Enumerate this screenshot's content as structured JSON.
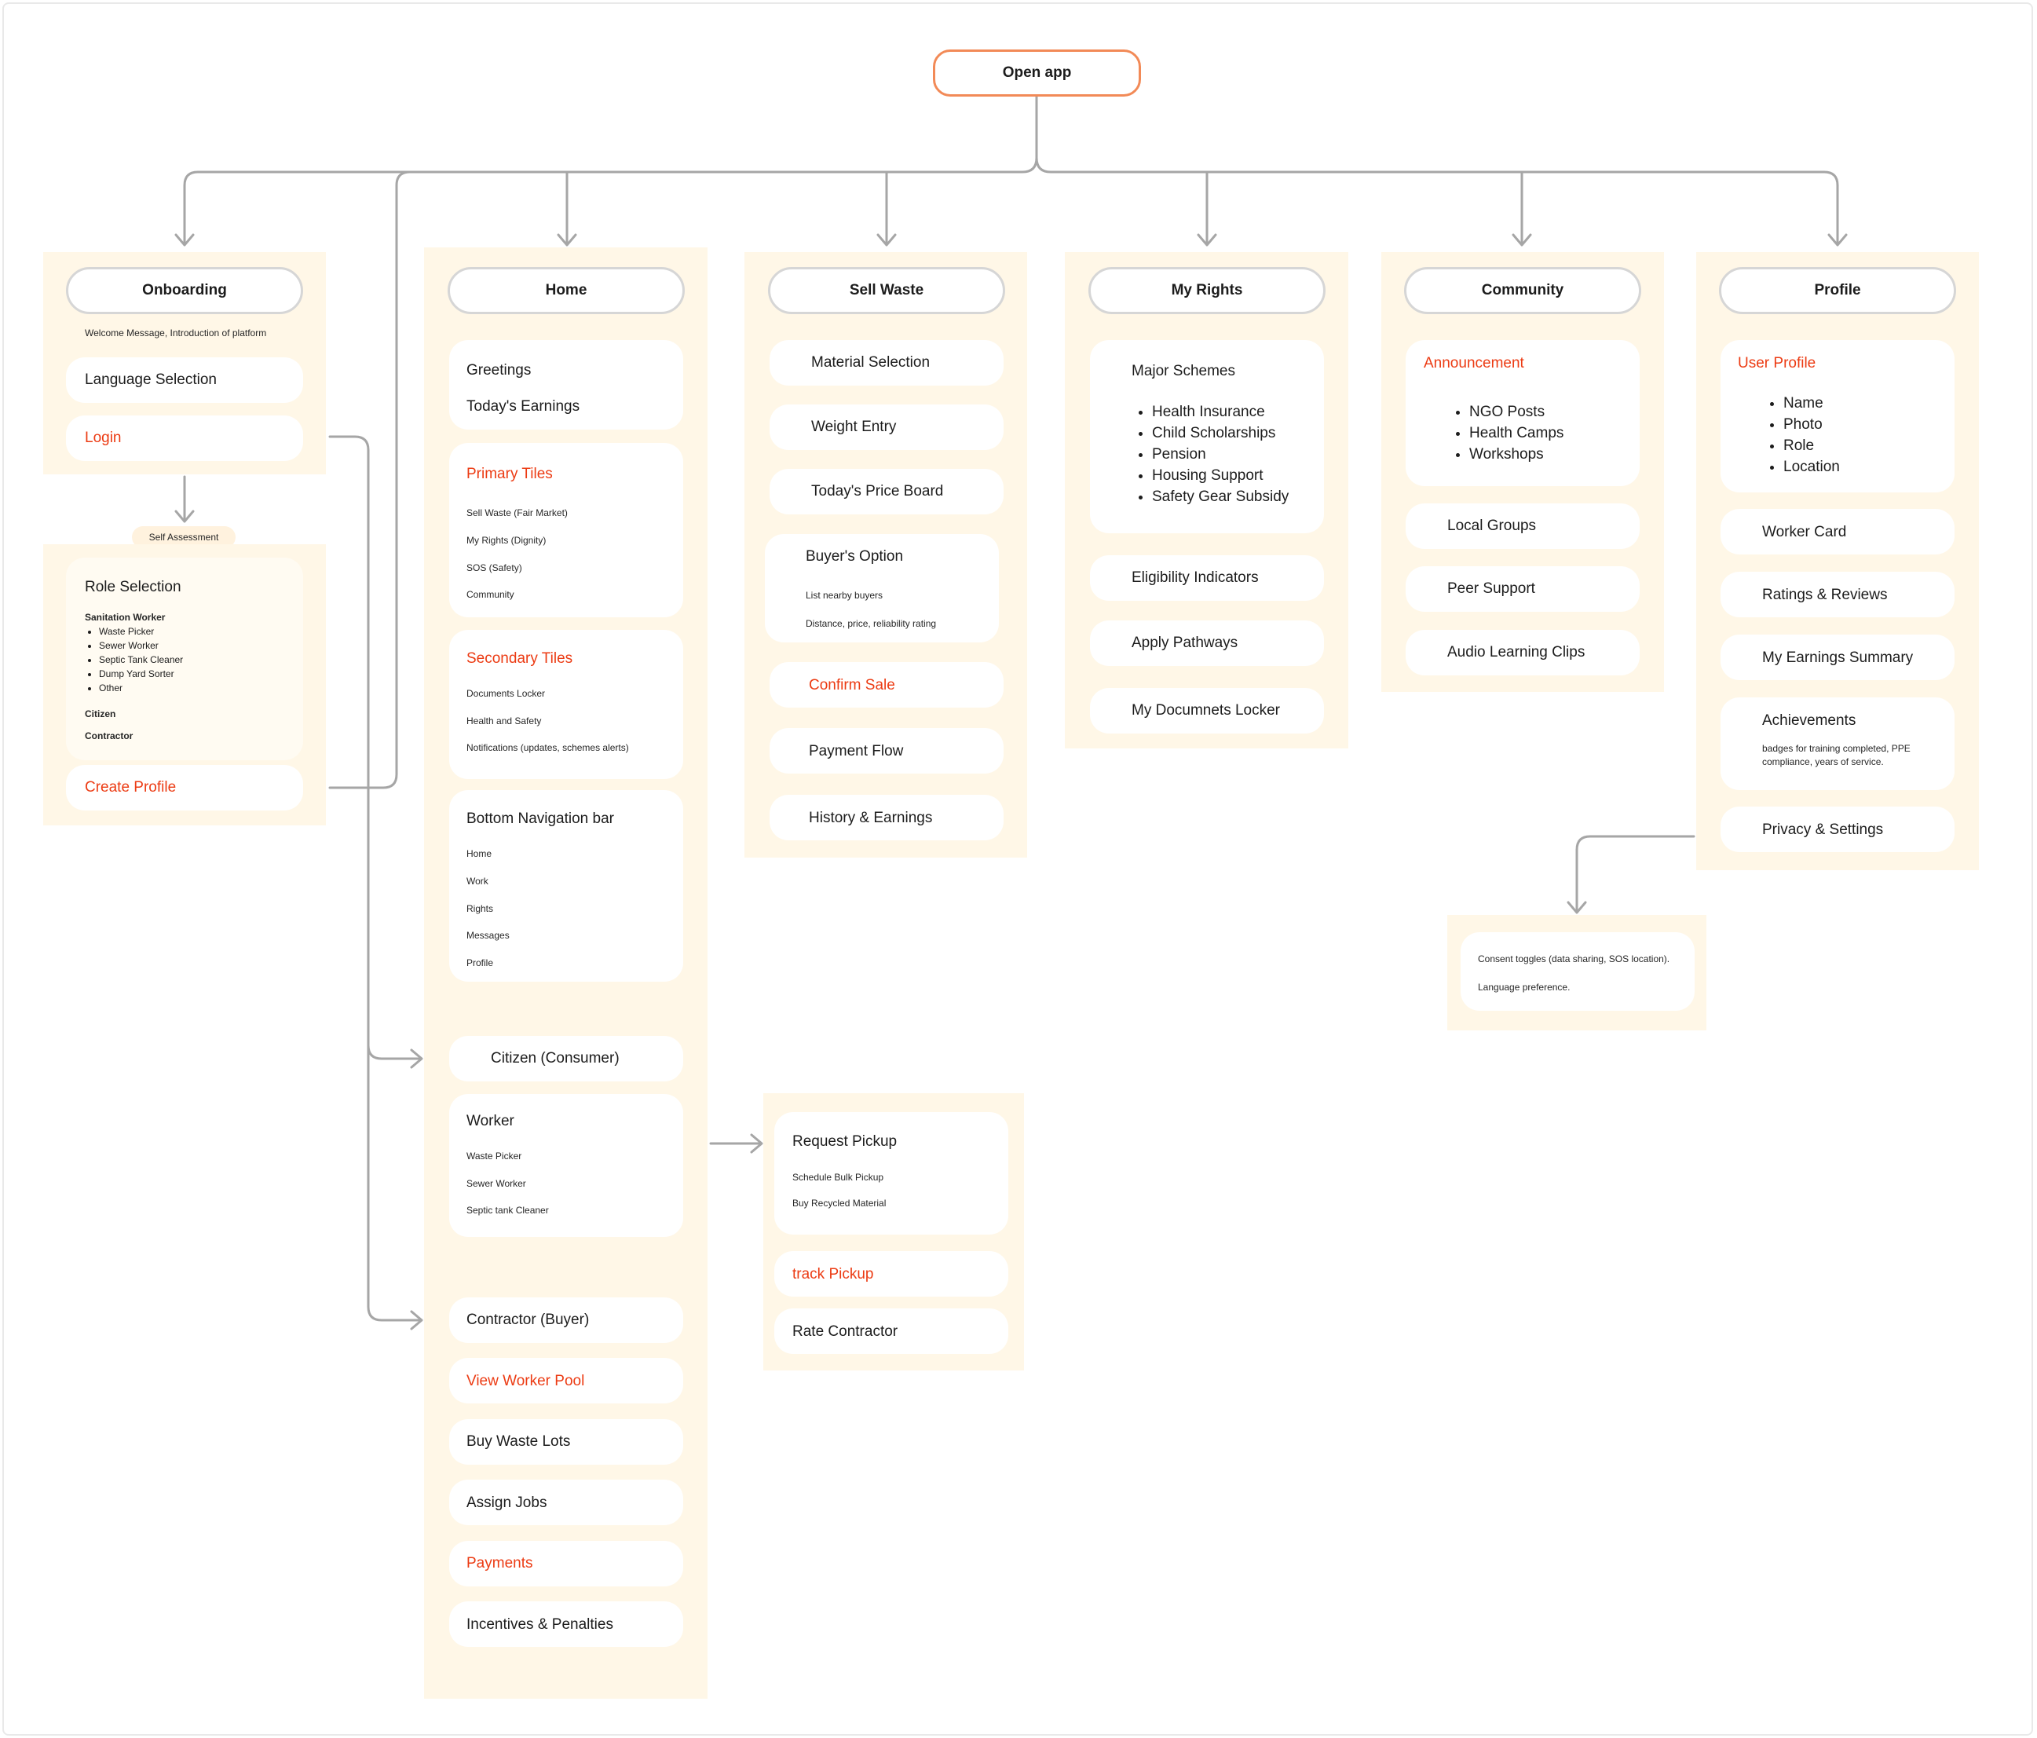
{
  "root": {
    "label": "Open app"
  },
  "onboarding": {
    "title": "Onboarding",
    "welcome": "Welcome Message, Introduction of platform",
    "language": "Language Selection",
    "login": "Login",
    "self_assessment": "Self Assessment",
    "role_selection": "Role Selection",
    "sanitation_worker": "Sanitation Worker",
    "worker_roles": [
      "Waste Picker",
      "Sewer Worker",
      "Septic Tank Cleaner",
      "Dump Yard Sorter",
      "Other"
    ],
    "citizen": "Citizen",
    "contractor": "Contractor",
    "create_profile": "Create Profile"
  },
  "home": {
    "title": "Home",
    "greetings": "Greetings",
    "todays_earnings": "Today's Earnings",
    "primary_tiles": {
      "title": "Primary Tiles",
      "items": [
        "Sell Waste (Fair Market)",
        "My Rights (Dignity)",
        "SOS (Safety)",
        "Community"
      ]
    },
    "secondary_tiles": {
      "title": "Secondary Tiles",
      "items": [
        "Documents Locker",
        "Health and Safety",
        "Notifications (updates, schemes alerts)"
      ]
    },
    "bottom_nav": {
      "title": "Bottom Navigation bar",
      "items": [
        "Home",
        "Work",
        "Rights",
        "Messages",
        "Profile"
      ]
    },
    "citizen": "Citizen (Consumer)",
    "worker": {
      "title": "Worker",
      "items": [
        "Waste Picker",
        "Sewer Worker",
        "Septic tank Cleaner"
      ]
    },
    "contractor": "Contractor (Buyer)",
    "view_worker_pool": "View Worker Pool",
    "buy_waste_lots": "Buy Waste Lots",
    "assign_jobs": "Assign Jobs",
    "payments": "Payments",
    "incentives": "Incentives & Penalties"
  },
  "sell_waste": {
    "title": "Sell Waste",
    "material_selection": "Material Selection",
    "weight_entry": "Weight Entry",
    "price_board": "Today's Price Board",
    "buyers_option": {
      "title": "Buyer's Option",
      "items": [
        "List nearby buyers",
        "Distance, price, reliability rating"
      ]
    },
    "confirm_sale": "Confirm Sale",
    "payment_flow": "Payment Flow",
    "history": "History & Earnings"
  },
  "worker_flow": {
    "request_pickup": "Request Pickup",
    "items": [
      "Schedule Bulk Pickup",
      "Buy Recycled Material"
    ],
    "track_pickup": "track Pickup",
    "rate_contractor": "Rate Contractor"
  },
  "my_rights": {
    "title": "My Rights",
    "major_schemes": "Major Schemes",
    "schemes": [
      "Health Insurance",
      "Child Scholarships",
      "Pension",
      "Housing Support",
      "Safety Gear Subsidy"
    ],
    "eligibility": "Eligibility Indicators",
    "apply": "Apply Pathways",
    "locker": "My Documnets Locker"
  },
  "community": {
    "title": "Community",
    "announcement": "Announcement",
    "announcement_items": [
      "NGO Posts",
      "Health Camps",
      "Workshops"
    ],
    "local_groups": "Local Groups",
    "peer_support": "Peer Support",
    "audio_clips": "Audio Learning Clips"
  },
  "profile": {
    "title": "Profile",
    "user_profile": "User Profile",
    "user_fields": [
      "Name",
      "Photo",
      "Role",
      "Location"
    ],
    "worker_card": "Worker Card",
    "ratings": "Ratings & Reviews",
    "earnings_summary": "My Earnings Summary",
    "achievements": "Achievements",
    "achievements_desc_1": "badges for training completed, PPE",
    "achievements_desc_2": "compliance, years of service.",
    "privacy": "Privacy & Settings"
  },
  "privacy_detail": {
    "consent": "Consent toggles (data sharing, SOS location).",
    "language": "Language preference."
  },
  "colors": {
    "panel": "#fff7e7",
    "accent_red": "#ec3b13",
    "root_border": "#f28a57",
    "connector": "#a6a6a6"
  }
}
